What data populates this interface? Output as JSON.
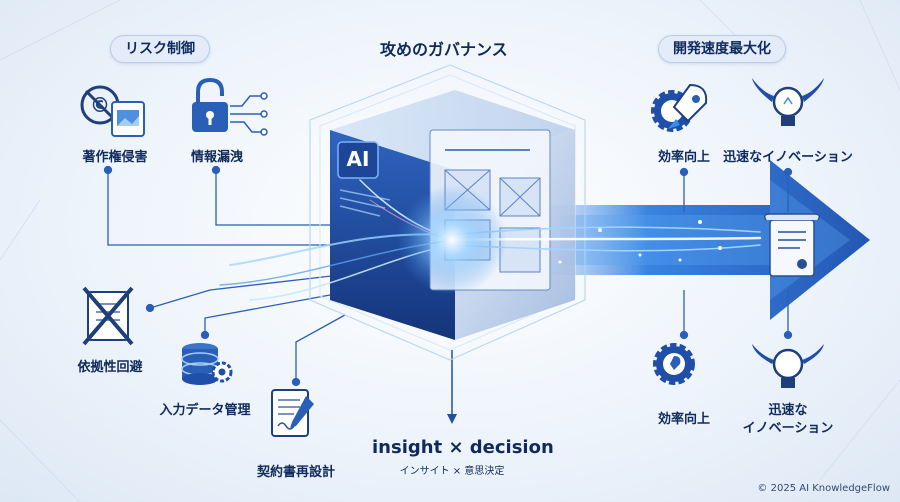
{
  "header": {
    "left_pill": "リスク制御",
    "center_title": "攻めのガバナンス",
    "right_pill": "開発速度最大化"
  },
  "left_items": {
    "copyright": "著作権侵害",
    "leak": "情報漏洩",
    "dependency": "依拠性回避",
    "input_data": "入力データ管理",
    "contract": "契約書再設計"
  },
  "right_items": {
    "efficiency_top": "効率向上",
    "innovation_top": "迅速なイノベーション",
    "efficiency_bottom": "効率向上",
    "innovation_bottom_1": "迅速な",
    "innovation_bottom_2": "イノベーション"
  },
  "center": {
    "ai_badge": "AI",
    "bottom_main": "insight × decision",
    "bottom_sub": "インサイト × 意思決定"
  },
  "footer": {
    "copyright": "© 2025 AI KnowledgeFlow"
  },
  "icons": [
    "copyright-icon",
    "image-file-icon",
    "padlock-icon",
    "circuit-icon",
    "crossed-document-icon",
    "database-icon",
    "gear-icon",
    "contract-pen-icon",
    "gear-rocket-icon",
    "winged-lightbulb-icon",
    "scroll-document-icon"
  ],
  "colors": {
    "primary": "#1f4fa8",
    "accent": "#3a8ee6",
    "dark": "#0f2a5c",
    "glow": "#9fd4ff"
  }
}
